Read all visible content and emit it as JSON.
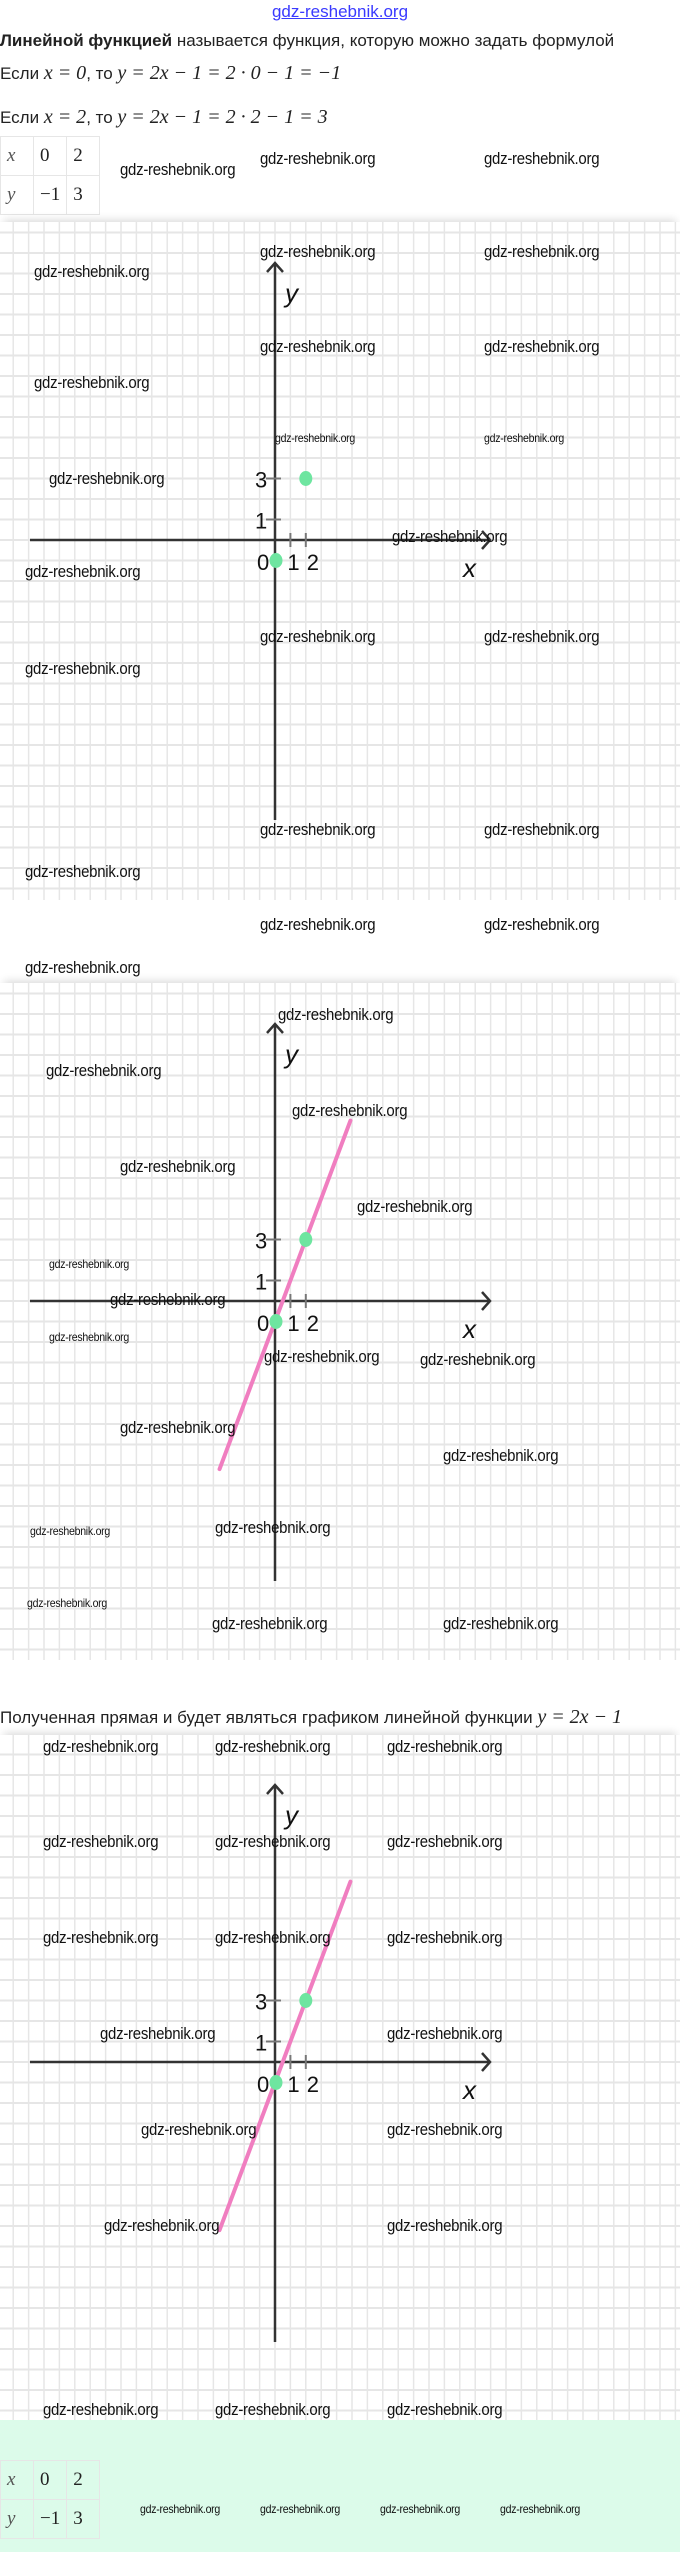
{
  "header_watermark": "gdz-reshebnik.org",
  "watermark": "gdz-reshebnik.org",
  "intro": {
    "bold": "Линейной функцией",
    "rest": "называется функция, которую можно задать формулой"
  },
  "case1": {
    "prefix": "Если",
    "cond": "x = 0",
    "then": ", то",
    "calc": "y = 2x − 1 = 2 · 0 − 1 = −1"
  },
  "case2": {
    "prefix": "Если",
    "cond": "x = 2",
    "then": ", то",
    "calc": "y = 2x − 1 = 2 · 2 − 1 = 3"
  },
  "table": {
    "x_label": "x",
    "y_label": "y",
    "x_values": [
      "0",
      "2"
    ],
    "y_values": [
      "−1",
      "3"
    ]
  },
  "conclusion": {
    "text": "Полученная прямая и будет являться графиком линейной функции",
    "formula": "y = 2x − 1"
  },
  "graph_labels": {
    "x_axis": "x",
    "y_axis": "y",
    "origin": "0",
    "x_ticks": [
      "1",
      "2"
    ],
    "y_ticks": [
      "1",
      "3"
    ]
  },
  "chart_data": [
    {
      "type": "scatter",
      "title": "",
      "points": [
        [
          0,
          -1
        ],
        [
          2,
          3
        ]
      ],
      "line": null,
      "xlabel": "x",
      "ylabel": "y"
    },
    {
      "type": "line",
      "title": "",
      "points": [
        [
          0,
          -1
        ],
        [
          2,
          3
        ]
      ],
      "line": {
        "slope": 2,
        "intercept": -1,
        "x_range": [
          -3.6,
          4.9
        ]
      },
      "xlabel": "x",
      "ylabel": "y"
    },
    {
      "type": "line",
      "title": "",
      "points": [
        [
          0,
          -1
        ],
        [
          2,
          3
        ]
      ],
      "line": {
        "slope": 2,
        "intercept": -1,
        "x_range": [
          -3.6,
          4.9
        ]
      },
      "xlabel": "x",
      "ylabel": "y"
    }
  ],
  "colors": {
    "point": "#6ee5a0",
    "line": "#f07ec0",
    "axis": "#333333",
    "grid": "#e6e6e6",
    "band": "#dcfbea",
    "header_link": "#3a3aff"
  }
}
